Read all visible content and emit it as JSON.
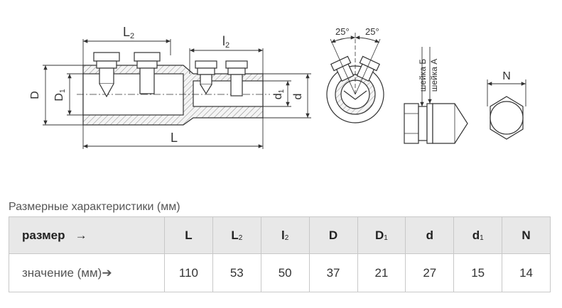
{
  "drawing": {
    "labels": {
      "L2": "L",
      "L2_sub": "2",
      "l2": "l",
      "l2_sub": "2",
      "D": "D",
      "D1": "D",
      "D1_sub": "1",
      "d1": "d",
      "d1_sub": "1",
      "d": "d",
      "L": "L",
      "angle_left": "25°",
      "angle_right": "25°",
      "neck_b": "шейка Б",
      "neck_a": "шейка А",
      "N": "N"
    }
  },
  "table": {
    "caption": "Размерные характеристики (мм)",
    "header_label": "размер",
    "header_arrow": "→",
    "value_label": "значение (мм)",
    "value_arrow": "➔",
    "columns": [
      {
        "name": "L",
        "sub": ""
      },
      {
        "name": "L",
        "sub": "2"
      },
      {
        "name": "l",
        "sub": "2"
      },
      {
        "name": "D",
        "sub": ""
      },
      {
        "name": "D",
        "sub": "1"
      },
      {
        "name": "d",
        "sub": ""
      },
      {
        "name": "d",
        "sub": "1"
      },
      {
        "name": "N",
        "sub": ""
      }
    ],
    "values": [
      "110",
      "53",
      "50",
      "37",
      "21",
      "27",
      "15",
      "14"
    ]
  }
}
